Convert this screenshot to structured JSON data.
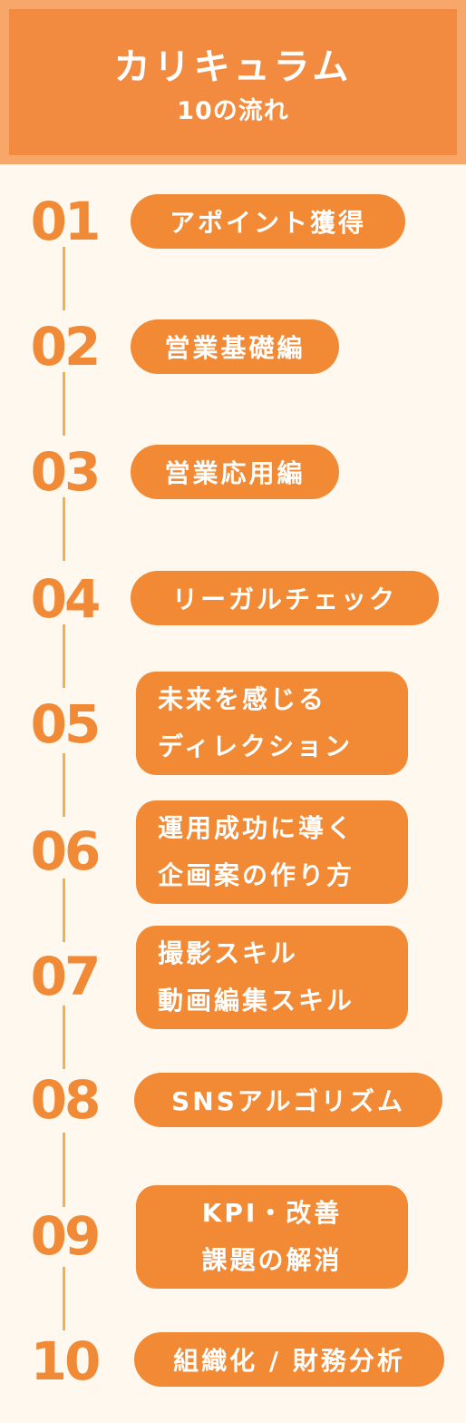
{
  "header": {
    "title": "カリキュラム",
    "subtitle": "10の流れ"
  },
  "colors": {
    "accent": "#f28a35",
    "header_outer": "#f7a76a",
    "header_inner": "#f28b3f",
    "number": "#f08a36",
    "connector": "#f0b24a",
    "background": "#fff8ee"
  },
  "steps": [
    {
      "number": "01",
      "lines": [
        "アポイント獲得"
      ]
    },
    {
      "number": "02",
      "lines": [
        "営業基礎編"
      ]
    },
    {
      "number": "03",
      "lines": [
        "営業応用編"
      ]
    },
    {
      "number": "04",
      "lines": [
        "リーガルチェック"
      ]
    },
    {
      "number": "05",
      "lines": [
        "未来を感じる",
        "ディレクション"
      ]
    },
    {
      "number": "06",
      "lines": [
        "運用成功に導く",
        "企画案の作り方"
      ]
    },
    {
      "number": "07",
      "lines": [
        "撮影スキル",
        "動画編集スキル"
      ]
    },
    {
      "number": "08",
      "lines": [
        "SNSアルゴリズム"
      ]
    },
    {
      "number": "09",
      "lines": [
        "KPI・改善",
        "課題の解消"
      ]
    },
    {
      "number": "10",
      "lines": [
        "組織化 / 財務分析"
      ]
    }
  ]
}
